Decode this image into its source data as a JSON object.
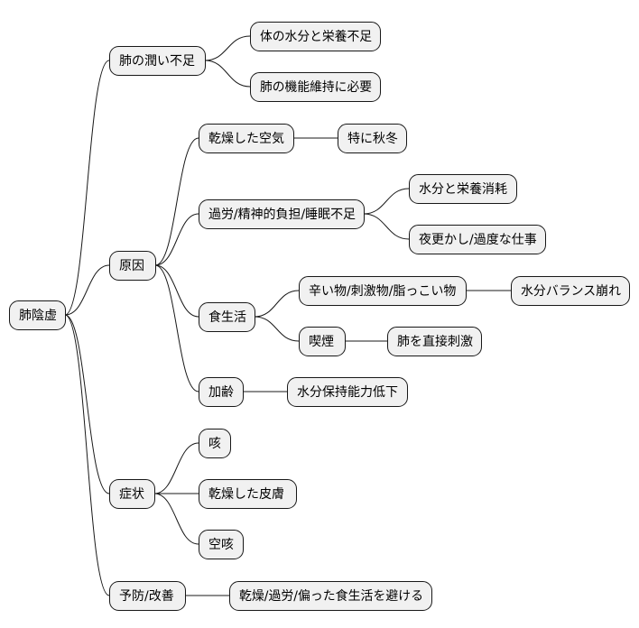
{
  "mindmap": {
    "root": {
      "id": "root",
      "label": "肺陰虚"
    },
    "nodes": [
      {
        "id": "n1",
        "label": "肺の潤い不足",
        "parent": "root"
      },
      {
        "id": "n1a",
        "label": "体の水分と栄養不足",
        "parent": "n1"
      },
      {
        "id": "n1b",
        "label": "肺の機能維持に必要",
        "parent": "n1"
      },
      {
        "id": "n2",
        "label": "原因",
        "parent": "root"
      },
      {
        "id": "n2a",
        "label": "乾燥した空気",
        "parent": "n2"
      },
      {
        "id": "n2a1",
        "label": "特に秋冬",
        "parent": "n2a"
      },
      {
        "id": "n2b",
        "label": "過労/精神的負担/睡眠不足",
        "parent": "n2"
      },
      {
        "id": "n2b1",
        "label": "水分と栄養消耗",
        "parent": "n2b"
      },
      {
        "id": "n2b2",
        "label": "夜更かし/過度な仕事",
        "parent": "n2b"
      },
      {
        "id": "n2c",
        "label": "食生活",
        "parent": "n2"
      },
      {
        "id": "n2c1",
        "label": "辛い物/刺激物/脂っこい物",
        "parent": "n2c"
      },
      {
        "id": "n2c1a",
        "label": "水分バランス崩れ",
        "parent": "n2c1"
      },
      {
        "id": "n2c2",
        "label": "喫煙",
        "parent": "n2c"
      },
      {
        "id": "n2c2a",
        "label": "肺を直接刺激",
        "parent": "n2c2"
      },
      {
        "id": "n2d",
        "label": "加齢",
        "parent": "n2"
      },
      {
        "id": "n2d1",
        "label": "水分保持能力低下",
        "parent": "n2d"
      },
      {
        "id": "n3",
        "label": "症状",
        "parent": "root"
      },
      {
        "id": "n3a",
        "label": "咳",
        "parent": "n3"
      },
      {
        "id": "n3b",
        "label": "乾燥した皮膚",
        "parent": "n3"
      },
      {
        "id": "n3c",
        "label": "空咳",
        "parent": "n3"
      },
      {
        "id": "n4",
        "label": "予防/改善",
        "parent": "root"
      },
      {
        "id": "n4a",
        "label": "乾燥/過労/偏った食生活を避ける",
        "parent": "n4"
      }
    ]
  }
}
